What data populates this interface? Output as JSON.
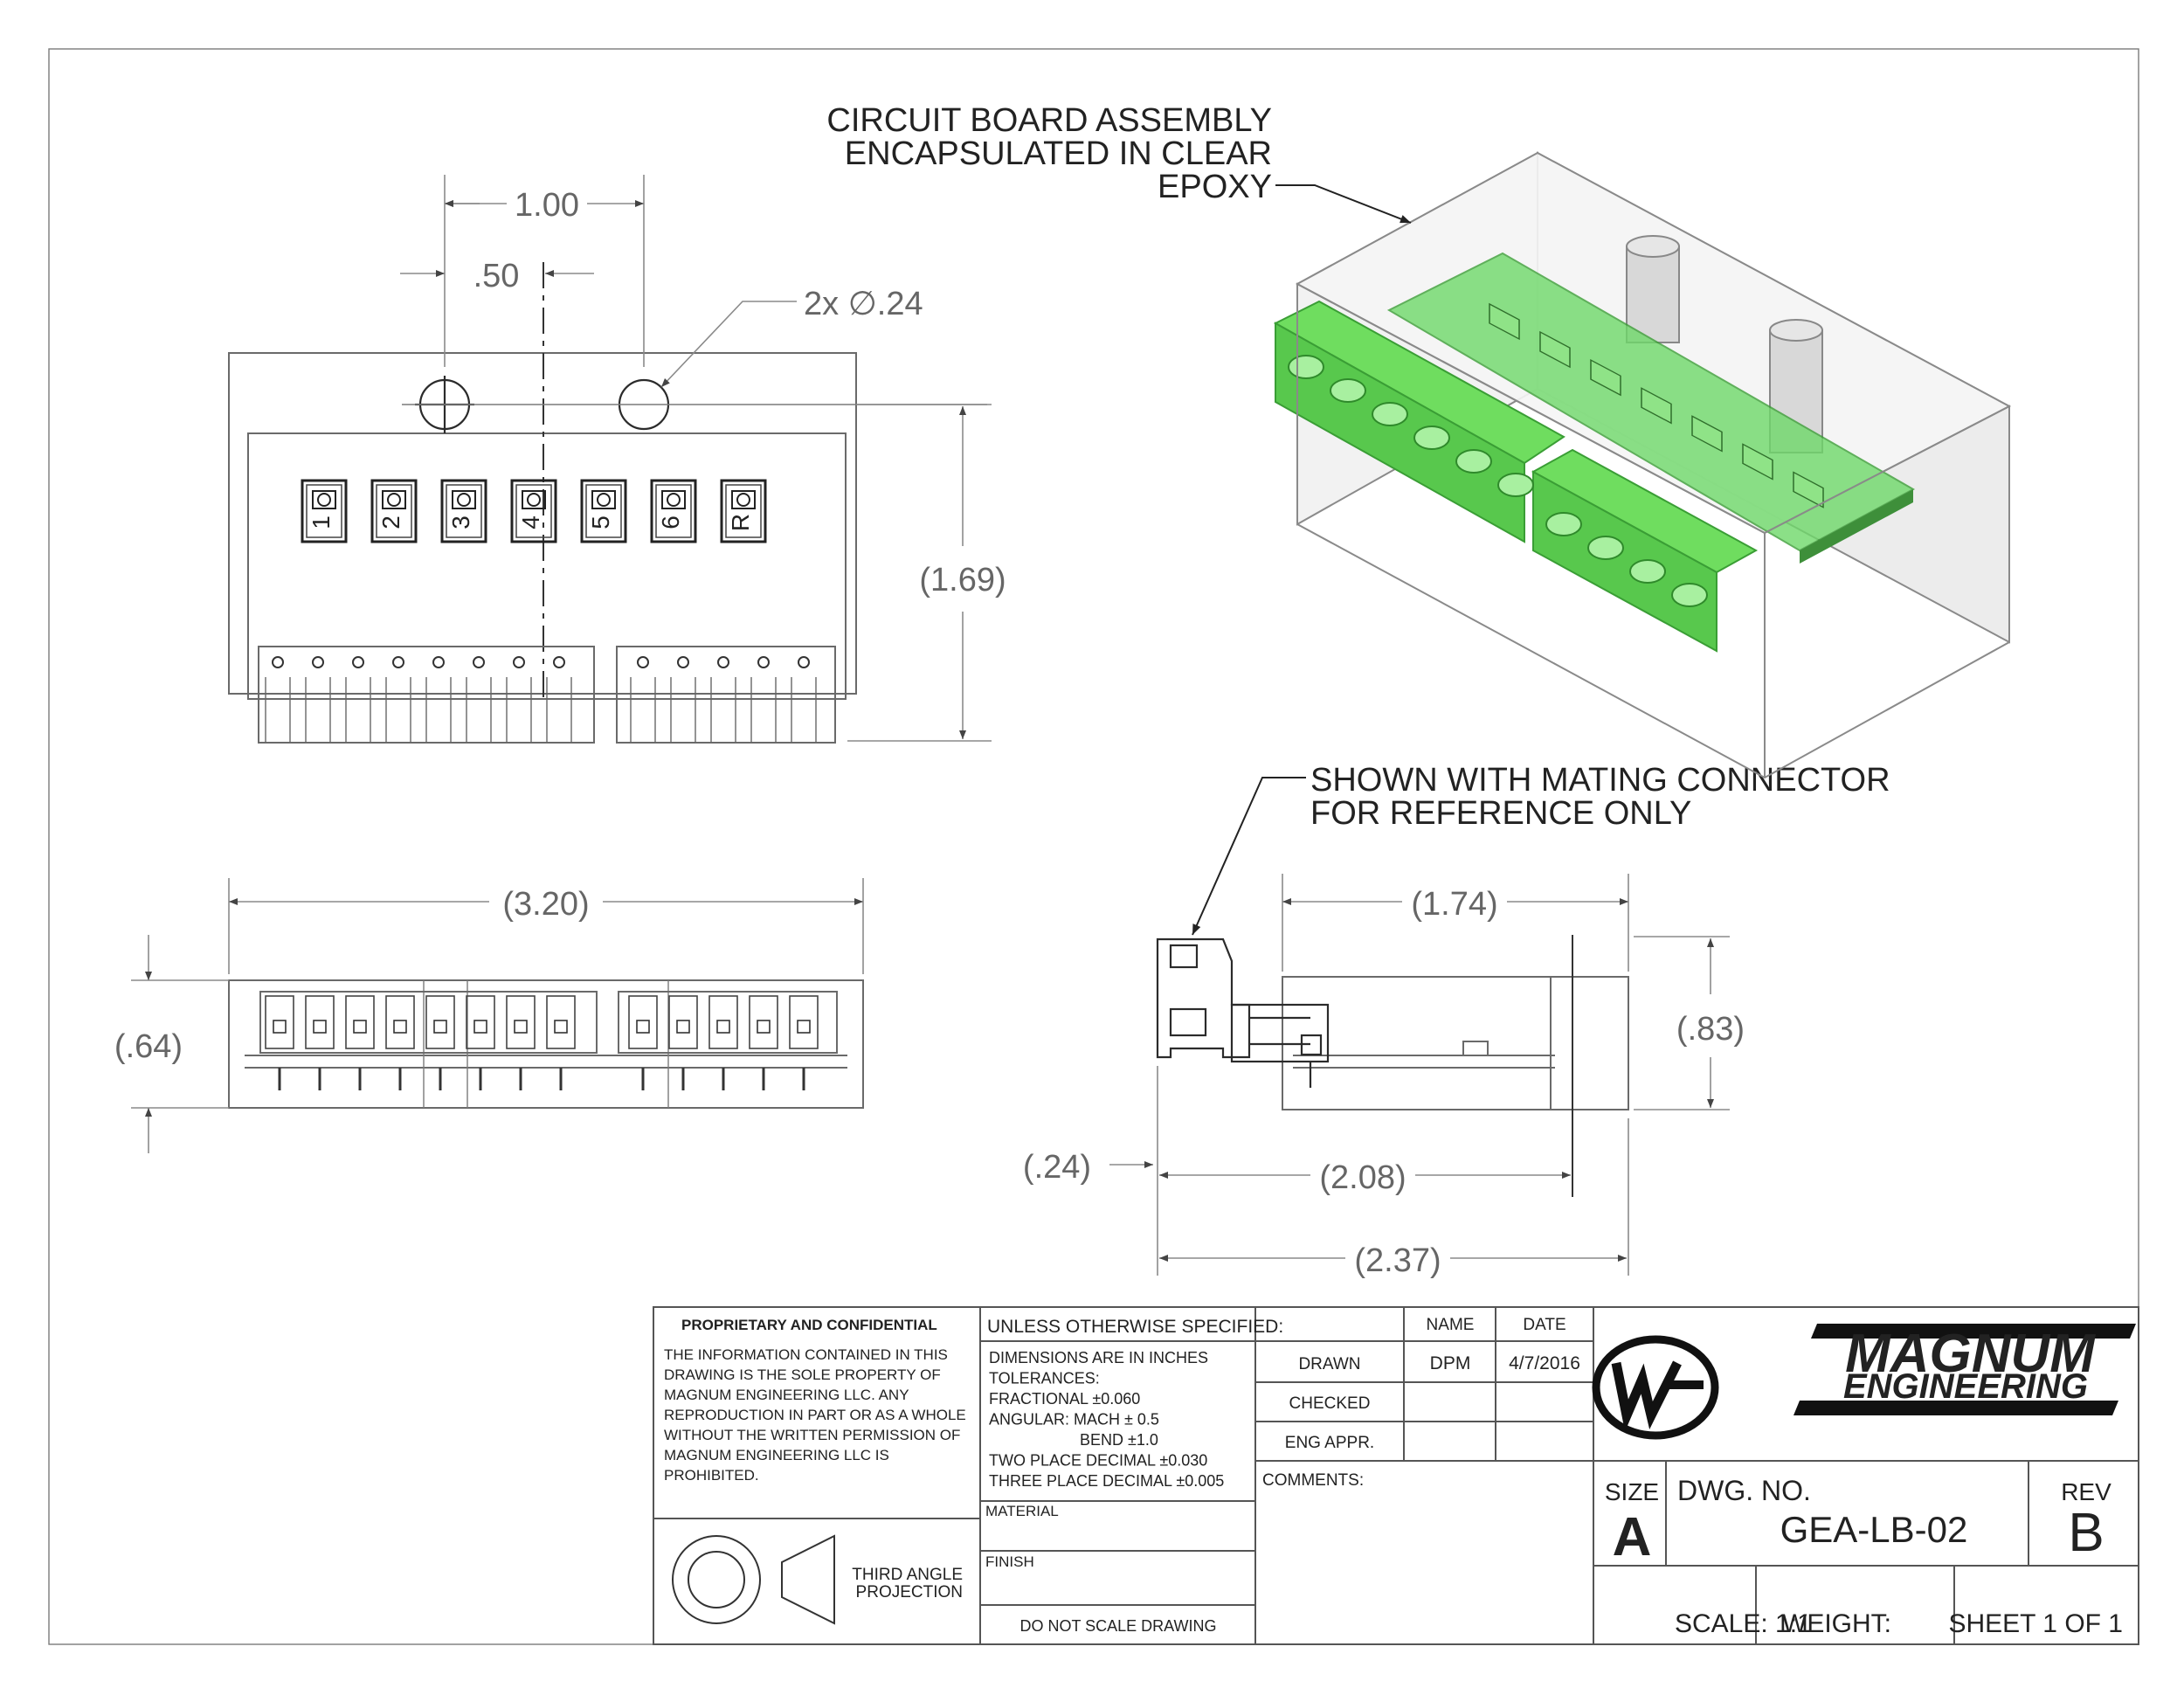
{
  "notes": {
    "epoxy": [
      "CIRCUIT BOARD ASSEMBLY",
      "ENCAPSULATED IN CLEAR",
      "EPOXY"
    ],
    "mating": [
      "SHOWN WITH MATING CONNECTOR",
      "FOR REFERENCE ONLY"
    ]
  },
  "dimensions": {
    "hole_spacing": "1.00",
    "hole_offset": ".50",
    "hole_dia": "2x ∅.24",
    "height_top": "(1.69)",
    "width_front": "(3.20)",
    "height_front": "(.64)",
    "depth_side": "(1.74)",
    "height_side": "(.83)",
    "conn_offset": "(.24)",
    "pin_depth": "(2.08)",
    "total_depth": "(2.37)"
  },
  "terminal_labels": [
    "1",
    "2",
    "3",
    "4",
    "5",
    "6",
    "R"
  ],
  "title_block": {
    "proprietary_title": "PROPRIETARY AND CONFIDENTIAL",
    "proprietary_text": [
      "THE INFORMATION CONTAINED IN THIS",
      "DRAWING IS THE SOLE PROPERTY OF",
      "MAGNUM ENGINEERING LLC.  ANY",
      "REPRODUCTION IN PART OR AS A WHOLE",
      "WITHOUT THE WRITTEN PERMISSION OF",
      "MAGNUM ENGINEERING LLC IS",
      "PROHIBITED."
    ],
    "projection": [
      "THIRD ANGLE",
      "PROJECTION"
    ],
    "unless": "UNLESS OTHERWISE SPECIFIED:",
    "tolerances": [
      "DIMENSIONS ARE IN INCHES",
      "TOLERANCES:",
      "FRACTIONAL ±0.060",
      "ANGULAR: MACH ±  0.5",
      "BEND  ±1.0",
      "TWO PLACE DECIMAL    ±0.030",
      "THREE PLACE DECIMAL   ±0.005"
    ],
    "material": "MATERIAL",
    "finish": "FINISH",
    "do_not_scale": "DO NOT SCALE DRAWING",
    "name_header": "NAME",
    "date_header": "DATE",
    "drawn": "DRAWN",
    "drawn_name": "DPM",
    "drawn_date": "4/7/2016",
    "checked": "CHECKED",
    "eng_appr": "ENG APPR.",
    "comments": "COMMENTS:",
    "logo_line1": "MAGNUM",
    "logo_line2": "ENGINEERING",
    "size_label": "SIZE",
    "size": "A",
    "dwg_no_label": "DWG.  NO.",
    "dwg_no": "GEA-LB-02",
    "rev_label": "REV",
    "rev": "B",
    "scale": "SCALE: 1:1",
    "weight": "WEIGHT:",
    "sheet": "SHEET 1 OF 1"
  }
}
